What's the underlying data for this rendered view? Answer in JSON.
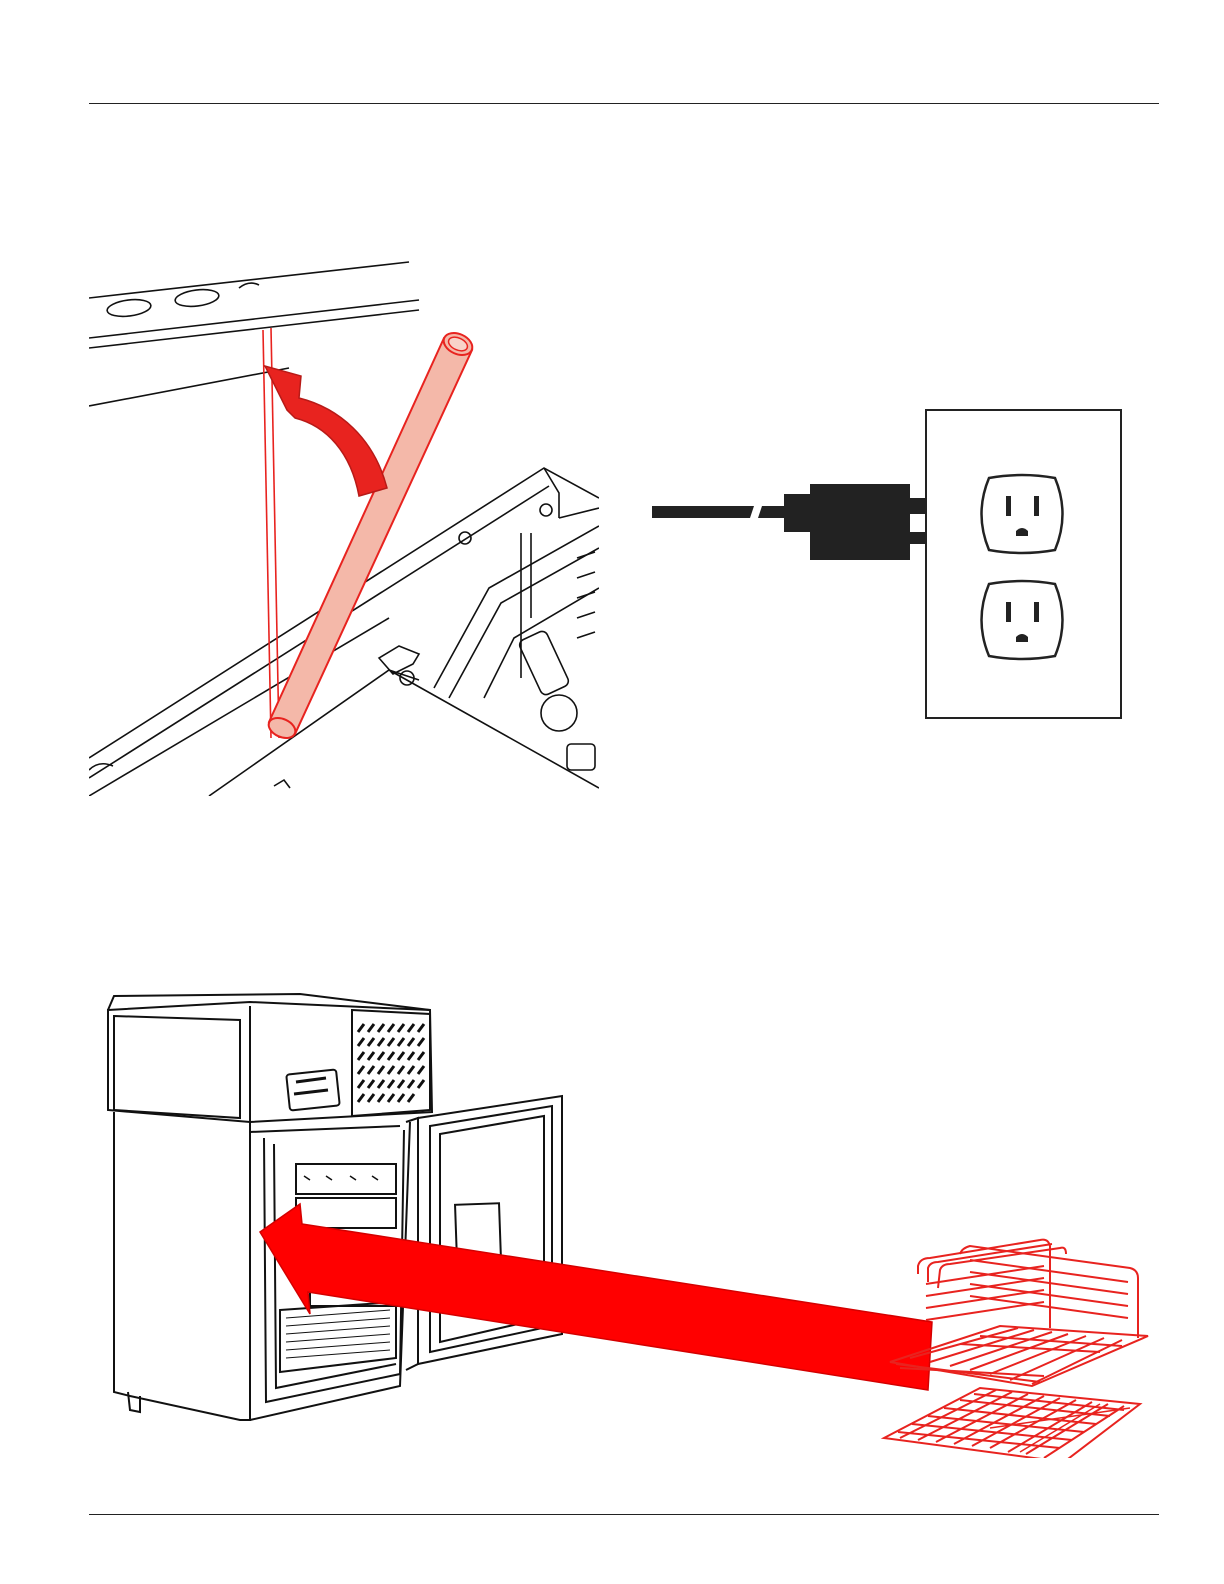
{
  "page": {
    "header_rule": true,
    "footer_rule": true
  },
  "figures": [
    {
      "id": "drain-hose",
      "icon": "drain-hose-illustration",
      "accent": "#e8231f"
    },
    {
      "id": "power-outlet",
      "icon": "plug-and-outlet-illustration",
      "accent": "#222222"
    },
    {
      "id": "shelf-install",
      "icon": "unit-with-shelves-illustration",
      "accent": "#ff0000"
    }
  ]
}
